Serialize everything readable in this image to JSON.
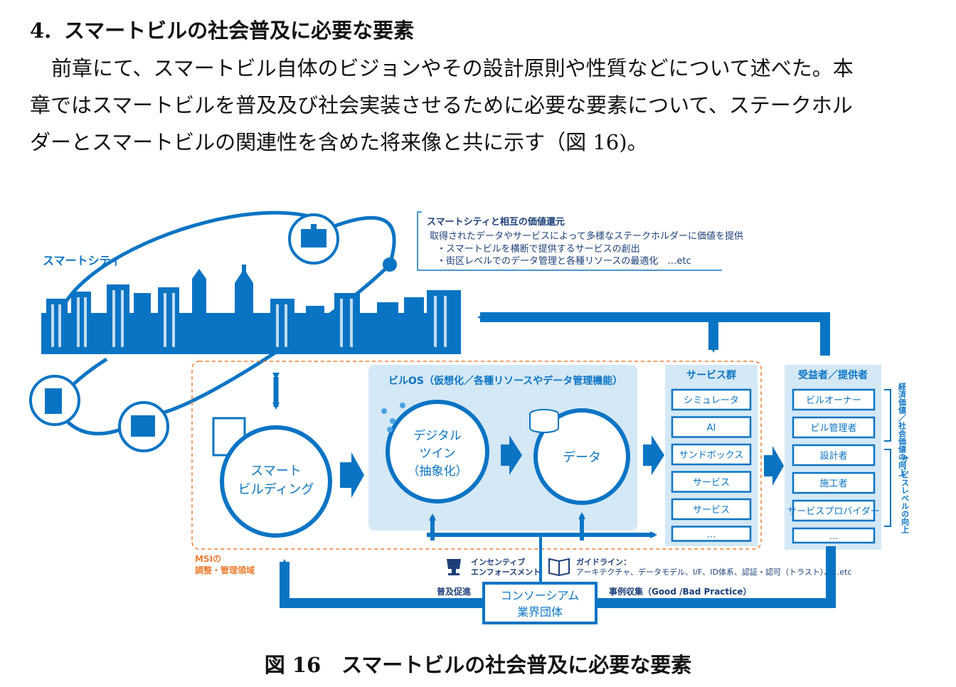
{
  "section": {
    "number": "4.",
    "title": "スマートビルの社会普及に必要な要素"
  },
  "paragraph": {
    "line1": "前章にて、スマートビル自体のビジョンやその設計原則や性質などについて述べた。本",
    "line2": "章ではスマートビルを普及及び社会実装させるために必要な要素について、ステークホル",
    "line3": "ダーとスマートビルの関連性を含めた将来像と共に示す（図 16)。"
  },
  "figure": {
    "smart_city_label": "スマートシティ",
    "value_return": {
      "title": "スマートシティと相互の価値還元",
      "line1": "取得されたデータやサービスによって多様なステークホルダーに価値を提供",
      "line2": "・スマートビルを横断で提供するサービスの創出",
      "line3": "・街区レベルでのデータ管理と各種リソースの最適化　…etc"
    },
    "bldg_os_title": "ビルOS（仮想化／各種リソースやデータ管理機能）",
    "smart_building": [
      "スマート",
      "ビルディング"
    ],
    "digital_twin": [
      "デジタル",
      "ツイン",
      "（抽象化）"
    ],
    "data_label": "データ",
    "services": {
      "title": "サービス群",
      "items": [
        "シミュレータ",
        "AI",
        "サンドボックス",
        "サービス",
        "サービス",
        "…"
      ]
    },
    "stakeholders": {
      "title": "受益者／提供者",
      "items": [
        "ビルオーナー",
        "ビル管理者",
        "設計者",
        "施工者",
        "サービスプロバイダー",
        "…"
      ]
    },
    "side_label_1": "経済価値／社会価値の向上",
    "side_label_2": "サービスレベルの向上",
    "msi_label": [
      "MSIの",
      "調整・管理領域"
    ],
    "incentive": [
      "インセンティブ",
      "エンフォースメント"
    ],
    "guideline": {
      "title": "ガイドライン：",
      "text": "アーキテクチャ、データモデル、I/F、ID体系、認証・認可（トラスト）、…etc"
    },
    "promotion": "普及促進",
    "case_collection": "事例収集（Good /Bad Practice）",
    "consortium": [
      "コンソーシアム",
      "業界団体"
    ],
    "colors": {
      "blue": "#0a74c4",
      "light_panel": "#d4e8f6",
      "orange": "#ed7d31",
      "navy": "#1c3f7a"
    }
  },
  "caption": "図 16　スマートビルの社会普及に必要な要素"
}
